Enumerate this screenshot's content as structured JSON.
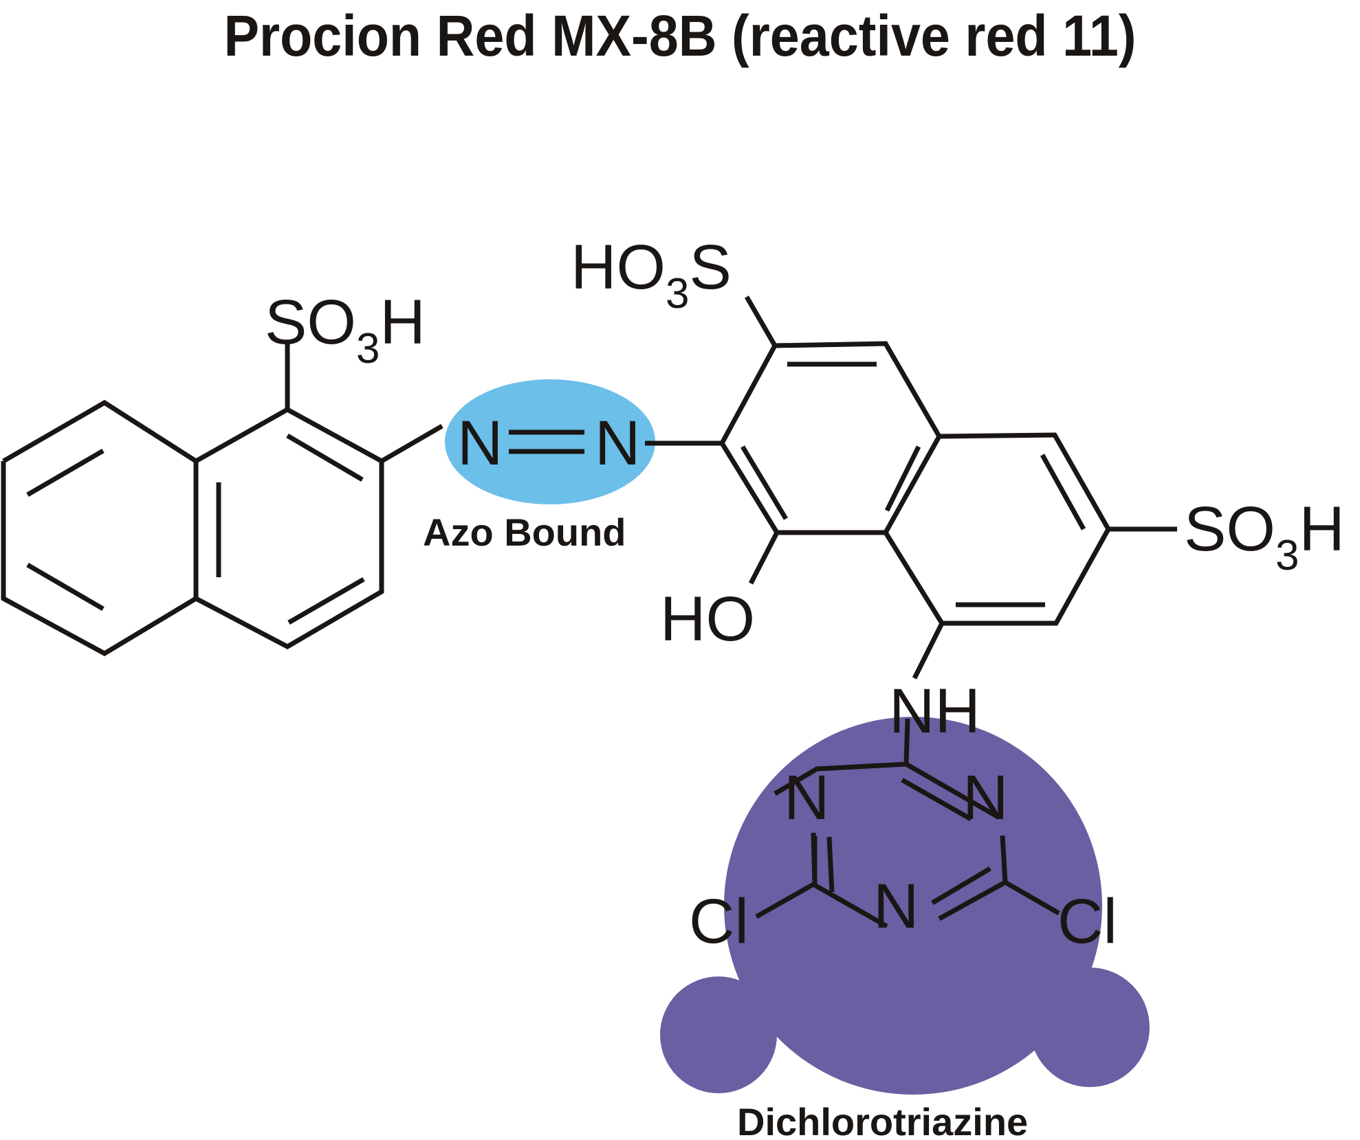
{
  "title": "Procion Red MX-8B (reactive red 11)",
  "colors": {
    "azo_highlight": "#6cbfe9",
    "triazine_highlight": "#6a5fa2",
    "ink": "#1a1614"
  },
  "groups": {
    "sulfonate_left": {
      "main": "SO",
      "sub": "3",
      "tail": "H"
    },
    "sulfonate_top": {
      "head": "HO",
      "sub": "3",
      "tail": "S"
    },
    "sulfonate_right": {
      "main": "SO",
      "sub": "3",
      "tail": "H"
    },
    "hydroxyl": "HO",
    "amine": "NH",
    "azo_n1": "N",
    "azo_n2": "N",
    "triazine_n_left": "N",
    "triazine_n_right": "N",
    "triazine_n_bottom": "N",
    "chlorine_left": "Cl",
    "chlorine_right": "Cl"
  },
  "annotations": {
    "azo": "Azo Bound",
    "triazine": "Dichlorotriazine"
  }
}
